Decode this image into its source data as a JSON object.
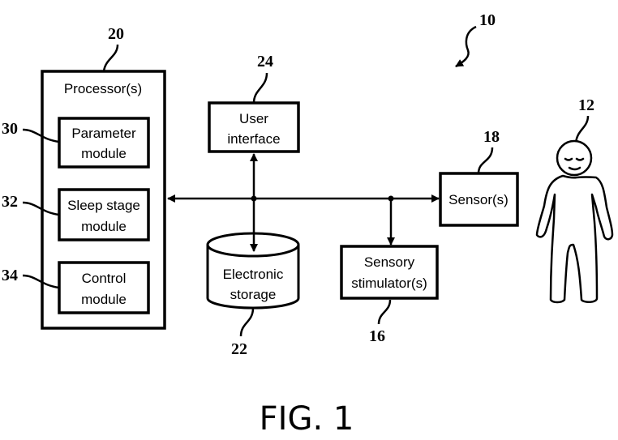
{
  "figure": {
    "caption": "FIG. 1",
    "system_ref": "10"
  },
  "processor": {
    "ref": "20",
    "title": "Processor(s)",
    "modules": [
      {
        "ref": "30",
        "line1": "Parameter",
        "line2": "module"
      },
      {
        "ref": "32",
        "line1": "Sleep stage",
        "line2": "module"
      },
      {
        "ref": "34",
        "line1": "Control",
        "line2": "module"
      }
    ]
  },
  "user_interface": {
    "ref": "24",
    "line1": "User",
    "line2": "interface"
  },
  "electronic_storage": {
    "ref": "22",
    "line1": "Electronic",
    "line2": "storage"
  },
  "sensory_stimulator": {
    "ref": "16",
    "line1": "Sensory",
    "line2": "stimulator(s)"
  },
  "sensor": {
    "ref": "18",
    "label": "Sensor(s)"
  },
  "subject": {
    "ref": "12"
  }
}
